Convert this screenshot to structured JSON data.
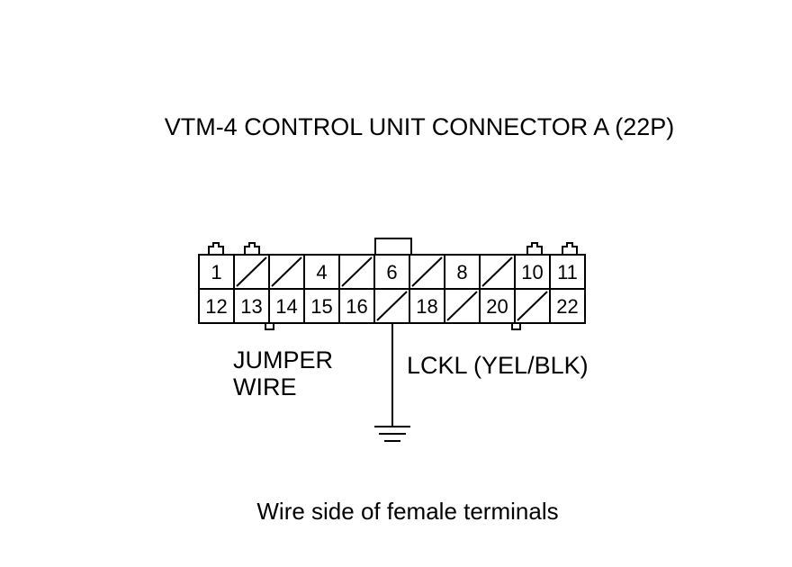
{
  "title": "VTM-4 CONTROL UNIT CONNECTOR A (22P)",
  "connector": {
    "row1": [
      "1",
      "",
      "",
      "4",
      "",
      "6",
      "",
      "8",
      "",
      "10",
      "11"
    ],
    "row2": [
      "12",
      "13",
      "14",
      "15",
      "16",
      "",
      "18",
      "",
      "20",
      "",
      "22"
    ]
  },
  "labels": {
    "jumper_line1": "JUMPER",
    "jumper_line2": "WIRE",
    "lckl": "LCKL (YEL/BLK)"
  },
  "caption": "Wire side of female terminals",
  "colors": {
    "line": "#000000",
    "background": "#ffffff"
  },
  "icons": {
    "ground": "ground-symbol-icon"
  }
}
